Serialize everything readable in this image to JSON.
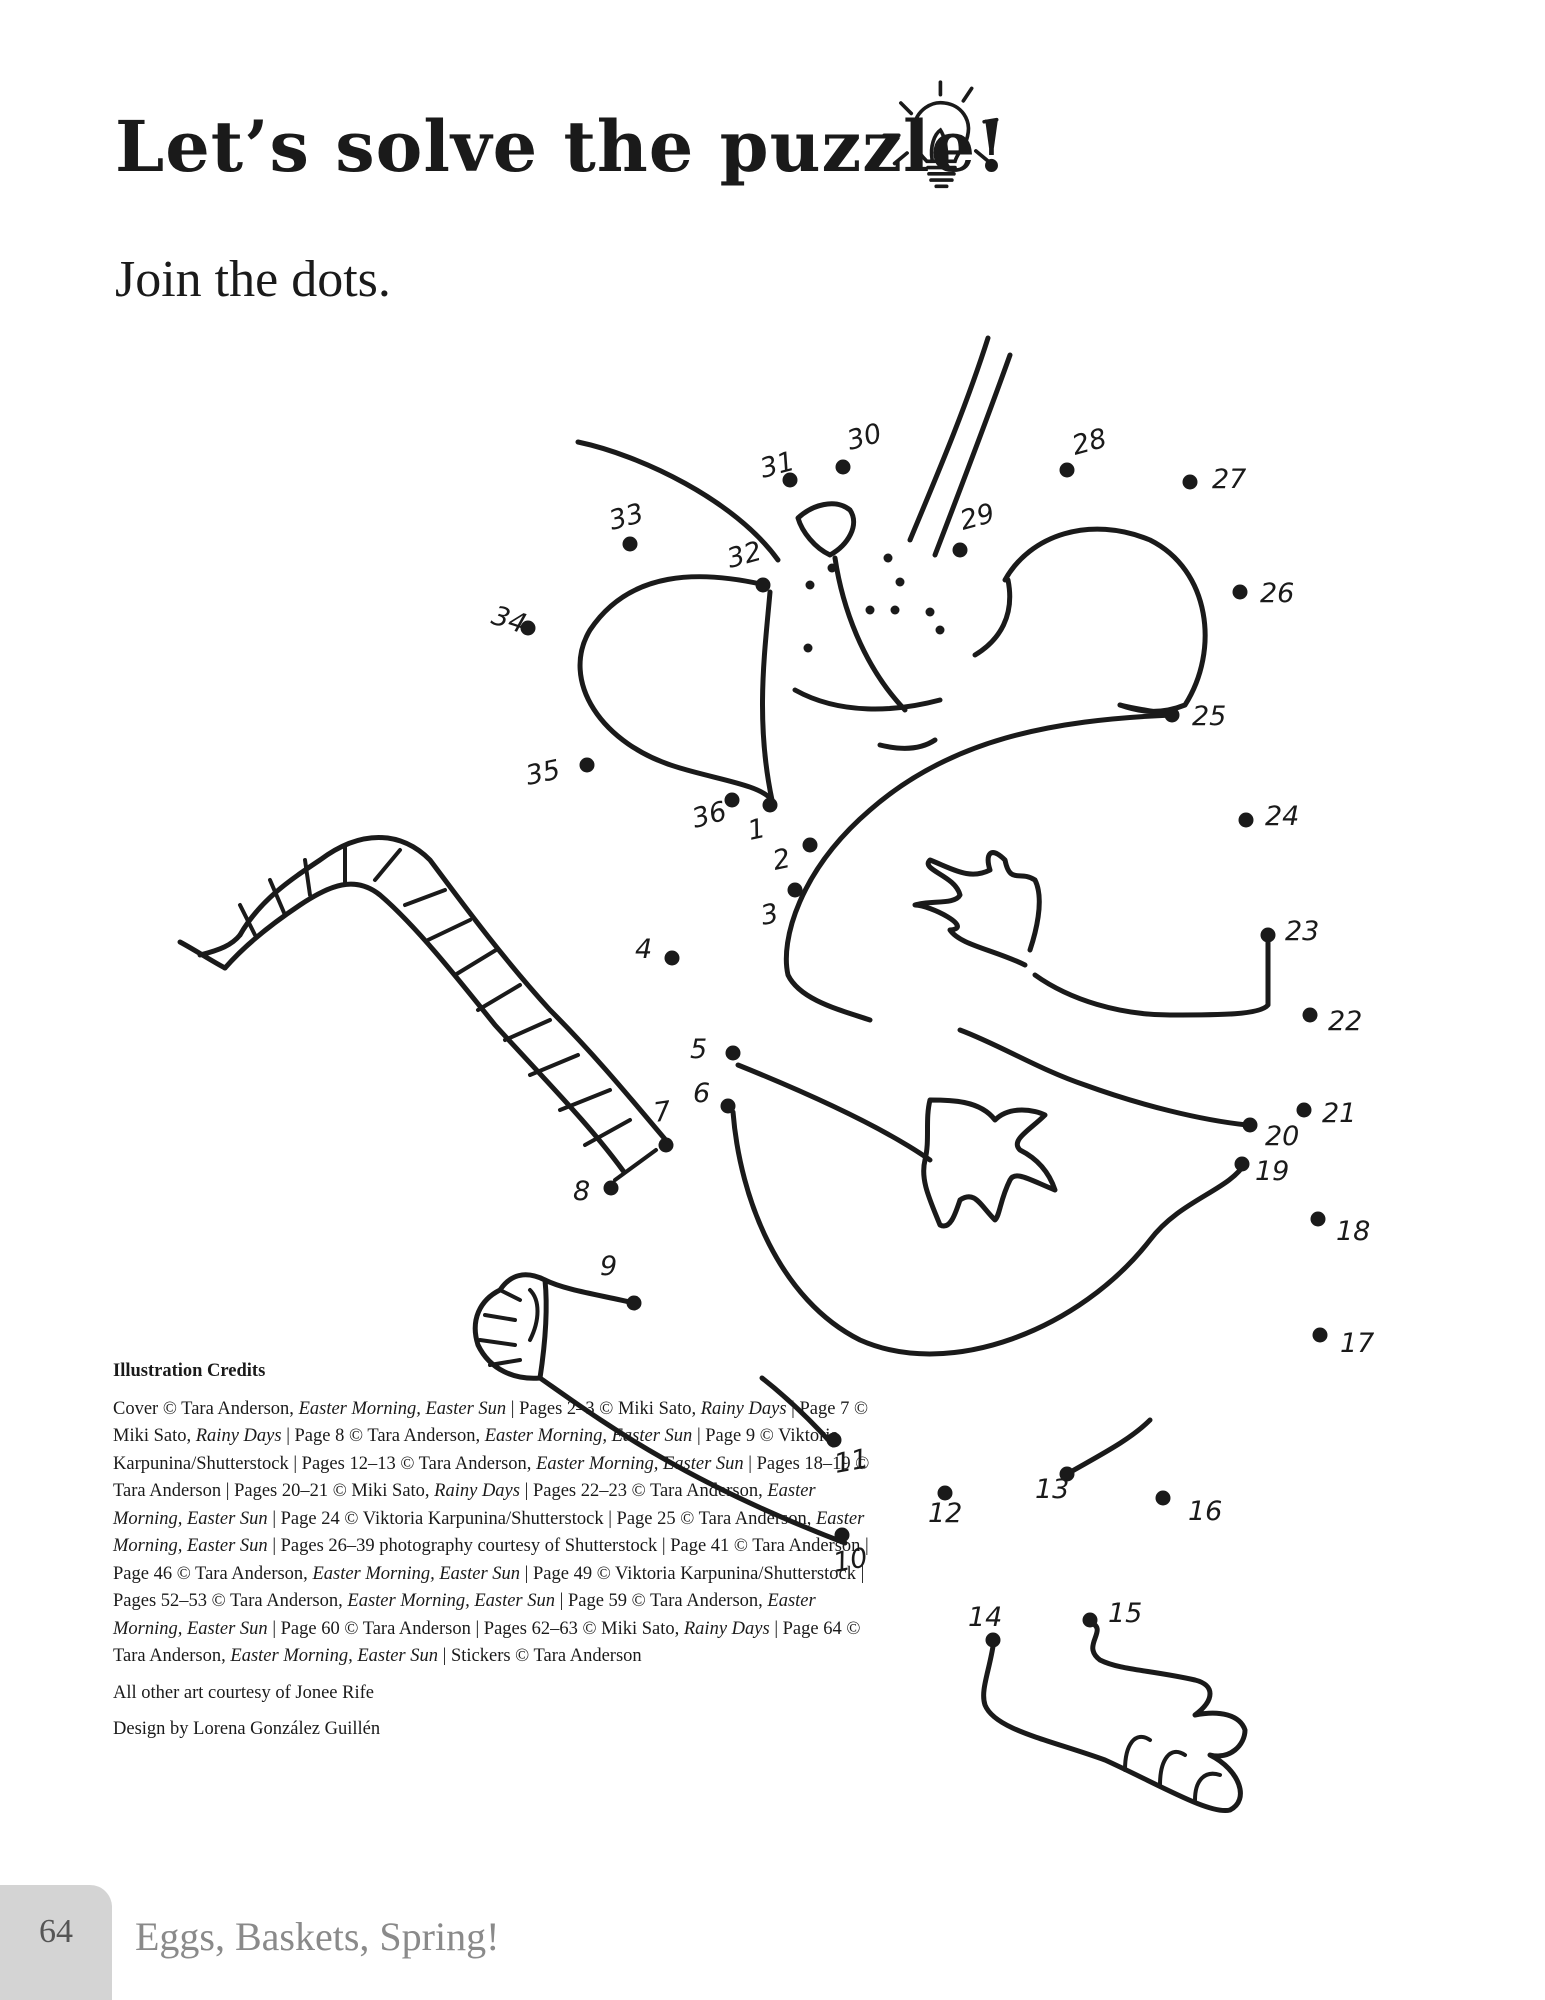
{
  "heading": "Let’s solve the puzzle!",
  "instruction": "Join the dots.",
  "lightbulb_icon": "lightbulb-icon",
  "dots": [
    "1",
    "2",
    "3",
    "4",
    "5",
    "6",
    "7",
    "8",
    "9",
    "10",
    "11",
    "12",
    "13",
    "14",
    "15",
    "16",
    "17",
    "18",
    "19",
    "20",
    "21",
    "22",
    "23",
    "24",
    "25",
    "26",
    "27",
    "28",
    "29",
    "30",
    "31",
    "32",
    "33",
    "34",
    "35",
    "36"
  ],
  "credits": {
    "title": "Illustration Credits",
    "segments": [
      {
        "t": "Cover © Tara Anderson, "
      },
      {
        "t": "Easter Morning, Easter Sun",
        "i": true
      },
      {
        "t": " | Pages 2–3 © Miki Sato, "
      },
      {
        "t": "Rainy Days",
        "i": true
      },
      {
        "t": " | Page 7 © Miki Sato, "
      },
      {
        "t": "Rainy Days",
        "i": true
      },
      {
        "t": " | Page 8 © Tara Anderson, "
      },
      {
        "t": "Easter Morning, Easter Sun",
        "i": true
      },
      {
        "t": " | Page 9 © Viktoria Karpunina/Shutterstock | Pages 12–13 © Tara Anderson, "
      },
      {
        "t": "Easter Morning, Easter Sun",
        "i": true
      },
      {
        "t": " | Pages 18–19 © Tara Anderson | Pages 20–21 © Miki Sato, "
      },
      {
        "t": "Rainy Days",
        "i": true
      },
      {
        "t": " | Pages 22–23 © Tara Anderson, "
      },
      {
        "t": "Easter Morning, Easter Sun",
        "i": true
      },
      {
        "t": " | Page 24 © Viktoria Karpunina/Shutterstock | Page 25 © Tara Anderson, "
      },
      {
        "t": "Easter Morning, Easter Sun",
        "i": true
      },
      {
        "t": " | Pages 26–39 photography courtesy of Shutterstock | Page 41 © Tara Anderson | Page 46 © Tara Anderson, "
      },
      {
        "t": "Easter Morning, Easter Sun",
        "i": true
      },
      {
        "t": " | Page 49 © Viktoria Karpunina/Shutterstock | Pages 52–53 © Tara Anderson, "
      },
      {
        "t": "Easter Morning, Easter Sun",
        "i": true
      },
      {
        "t": " | Page 59 © Tara Anderson, "
      },
      {
        "t": "Easter Morning, Easter Sun",
        "i": true
      },
      {
        "t": " | Page 60 © Tara Anderson | Pages 62–63 © Miki Sato, "
      },
      {
        "t": "Rainy Days",
        "i": true
      },
      {
        "t": " | Page 64 © Tara Anderson, "
      },
      {
        "t": "Easter Morning, Easter Sun",
        "i": true
      },
      {
        "t": " | Stickers © Tara Anderson"
      }
    ],
    "other_art": "All other art courtesy of Jonee Rife",
    "design": "Design by Lorena González Guillén"
  },
  "footer": {
    "page_number": "64",
    "book_title": "Eggs, Baskets, Spring!"
  },
  "colors": {
    "ink": "#1a1a1a",
    "tab": "#d4d4d4",
    "footer_title": "#8a8a8a"
  }
}
